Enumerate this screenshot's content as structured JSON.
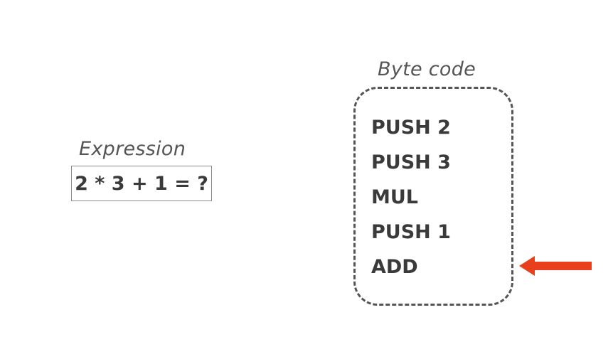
{
  "expression": {
    "label": "Expression",
    "value": "2 * 3 + 1 = ?"
  },
  "bytecode": {
    "label": "Byte code",
    "instructions": [
      "PUSH 2",
      "PUSH 3",
      "MUL",
      "PUSH 1",
      "ADD"
    ]
  },
  "pointer": {
    "color": "#e8401c",
    "points_to_index": 4
  }
}
